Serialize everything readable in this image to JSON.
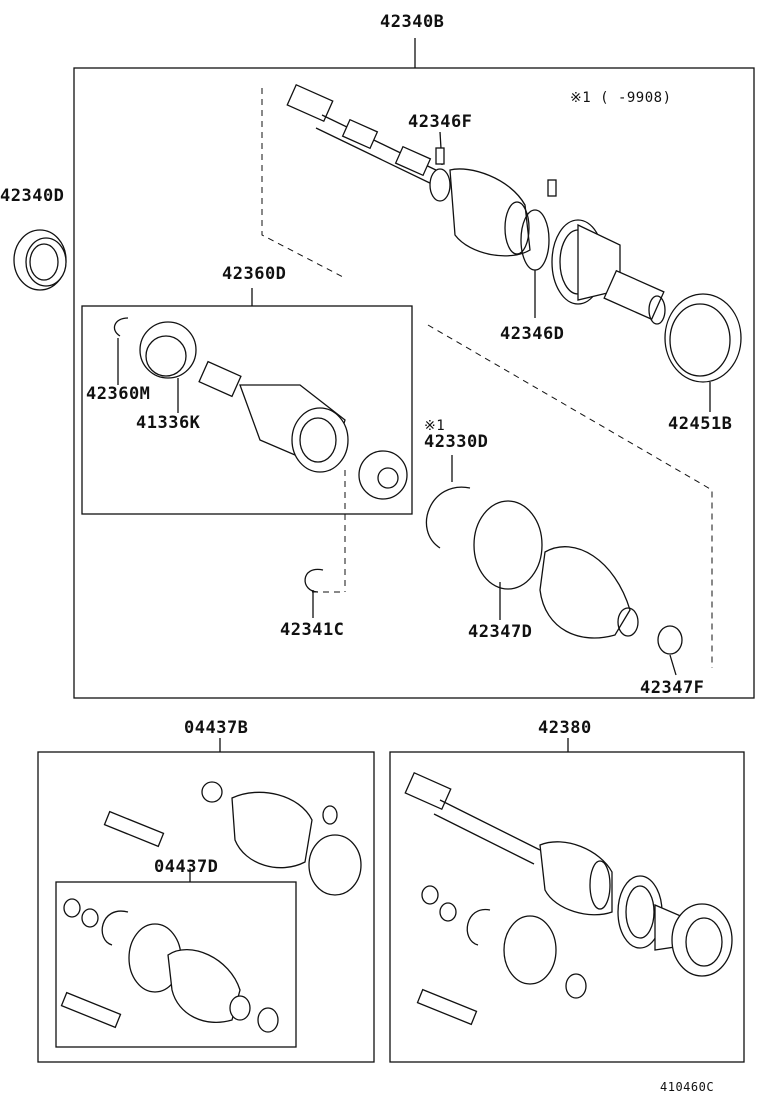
{
  "labels": {
    "assy_main": "42340B",
    "outer_ring": "42340D",
    "shaft_clamp": "42346F",
    "note_range": "※1 (      -9908)",
    "inner_joint_kit": "42360D",
    "snap_ring_m": "42360M",
    "cup_k": "41336K",
    "boot_band_d": "42346D",
    "dust_seal": "42451B",
    "note_ref": "※1",
    "snap_ring_d": "42330D",
    "snap_ring_c": "42341C",
    "boot_d": "42347D",
    "clamp_f": "42347F",
    "boot_kit_b": "04437B",
    "boot_kit_d": "04437D",
    "shaft_assy": "42380",
    "figure_code": "410460C"
  }
}
